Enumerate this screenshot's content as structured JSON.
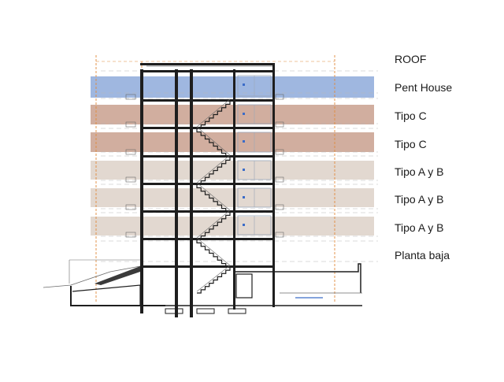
{
  "levels": [
    {
      "label": "ROOF",
      "band_color": ""
    },
    {
      "label": "Pent House",
      "band_color": "#8eaadb"
    },
    {
      "label": "Tipo C",
      "band_color": "#c9a08e"
    },
    {
      "label": "Tipo C",
      "band_color": "#c9a08e"
    },
    {
      "label": "Tipo A y B",
      "band_color": "#ddd1c8"
    },
    {
      "label": "Tipo A y B",
      "band_color": "#ddd1c8"
    },
    {
      "label": "Tipo A y B",
      "band_color": "#ddd1c8"
    },
    {
      "label": "Planta baja",
      "band_color": ""
    }
  ],
  "colors": {
    "structure": "#1e1e1e",
    "thin_line": "#6a6a6a",
    "dimension_line": "#e08a3c",
    "glass": "#9aa6b8",
    "accent_blue": "#3b6cc8"
  }
}
